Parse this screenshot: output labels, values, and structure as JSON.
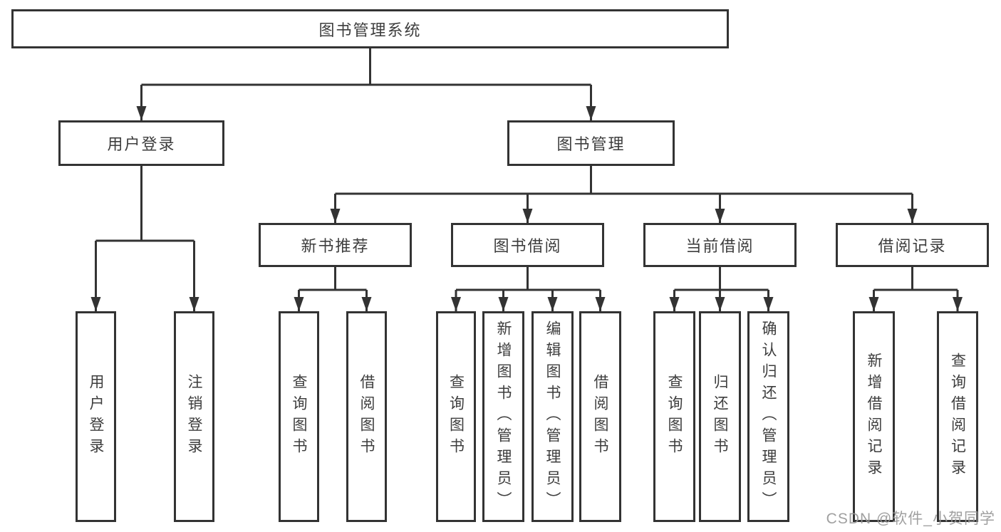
{
  "tree": {
    "label": "图书管理系统",
    "children": [
      {
        "label": "用户登录",
        "children": [
          {
            "label": "用户登录"
          },
          {
            "label": "注销登录"
          }
        ]
      },
      {
        "label": "图书管理",
        "children": [
          {
            "label": "新书推荐",
            "children": [
              {
                "label": "查询图书"
              },
              {
                "label": "借阅图书"
              }
            ]
          },
          {
            "label": "图书借阅",
            "children": [
              {
                "label": "查询图书"
              },
              {
                "label": "新增图书（管理员）"
              },
              {
                "label": "编辑图书（管理员）"
              },
              {
                "label": "借阅图书"
              }
            ]
          },
          {
            "label": "当前借阅",
            "children": [
              {
                "label": "查询图书"
              },
              {
                "label": "归还图书"
              },
              {
                "label": "确认归还（管理员）"
              }
            ]
          },
          {
            "label": "借阅记录",
            "children": [
              {
                "label": "新增借阅记录"
              },
              {
                "label": "查询借阅记录"
              }
            ]
          }
        ]
      }
    ]
  },
  "watermark": "CSDN @软件_小贺同学",
  "colors": {
    "line": "#333333",
    "text": "#3d3d3d",
    "watermark": "#989898",
    "background": "#ffffff"
  }
}
